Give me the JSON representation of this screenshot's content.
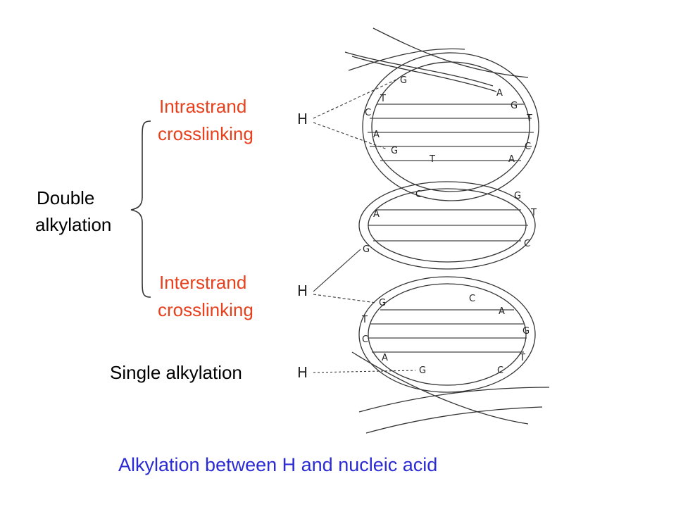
{
  "labels": {
    "intrastrand_line1": "Intrastrand",
    "intrastrand_line2": "crosslinking",
    "interstrand_line1": "Interstrand",
    "interstrand_line2": "crosslinking",
    "double_line1": "Double",
    "double_line2": "alkylation",
    "single": "Single alkylation"
  },
  "agent_symbol": "H",
  "caption": "Alkylation between H and nucleic acid",
  "bases": {
    "top_turn": [
      "G",
      "T",
      "C",
      "A",
      "G",
      "A",
      "G",
      "T",
      "T",
      "C",
      "A"
    ],
    "middle_turn": [
      "C",
      "G",
      "A",
      "T",
      "G",
      "C"
    ],
    "bottom_turn": [
      "G",
      "C",
      "A",
      "T",
      "G",
      "C",
      "A",
      "G",
      "C",
      "T"
    ]
  },
  "colors": {
    "crosslink_labels": "#e8401c",
    "caption": "#2b2bd6",
    "lines": "#333333"
  }
}
